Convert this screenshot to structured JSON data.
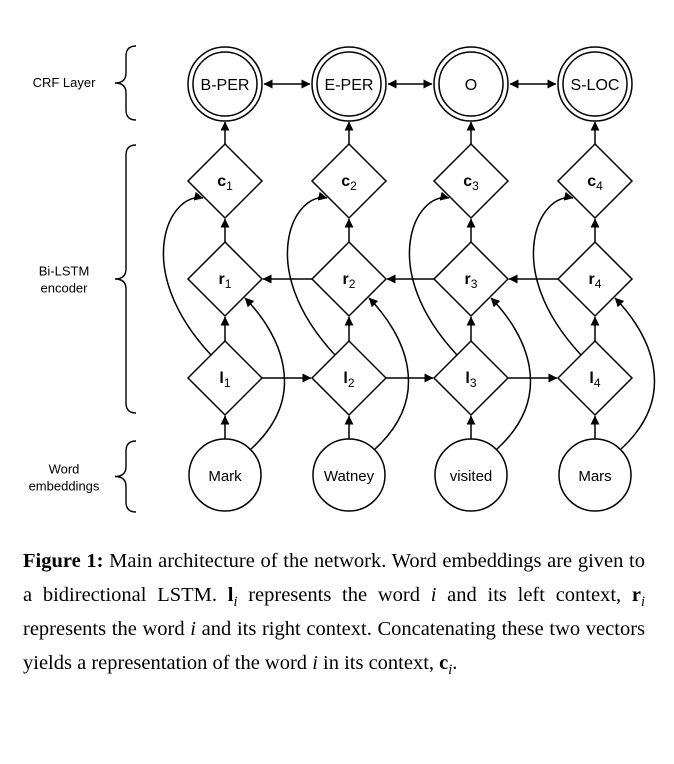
{
  "side_labels": {
    "crf": [
      "CRF Layer"
    ],
    "bilstm": [
      "Bi-LSTM",
      "encoder"
    ],
    "emb": [
      "Word",
      "embeddings"
    ]
  },
  "crf_nodes": [
    "B-PER",
    "E-PER",
    "O",
    "S-LOC"
  ],
  "c_nodes": [
    {
      "base": "c",
      "sub": "1"
    },
    {
      "base": "c",
      "sub": "2"
    },
    {
      "base": "c",
      "sub": "3"
    },
    {
      "base": "c",
      "sub": "4"
    }
  ],
  "r_nodes": [
    {
      "base": "r",
      "sub": "1"
    },
    {
      "base": "r",
      "sub": "2"
    },
    {
      "base": "r",
      "sub": "3"
    },
    {
      "base": "r",
      "sub": "4"
    }
  ],
  "l_nodes": [
    {
      "base": "l",
      "sub": "1"
    },
    {
      "base": "l",
      "sub": "2"
    },
    {
      "base": "l",
      "sub": "3"
    },
    {
      "base": "l",
      "sub": "4"
    }
  ],
  "words": [
    "Mark",
    "Watney",
    "visited",
    "Mars"
  ],
  "caption": {
    "label": "Figure 1:",
    "t1": " Main architecture of the network. Word embeddings are given to a bidirectional LSTM. ",
    "l_sym": "l",
    "i": "i",
    "t2": " represents the word ",
    "t3": " and its left context, ",
    "r_sym": "r",
    "t4": " represents the word ",
    "t5": " and its right context. Concatenating these two vectors yields a representation of the word ",
    "t6": " in its context, ",
    "c_sym": "c",
    "t7": "."
  }
}
